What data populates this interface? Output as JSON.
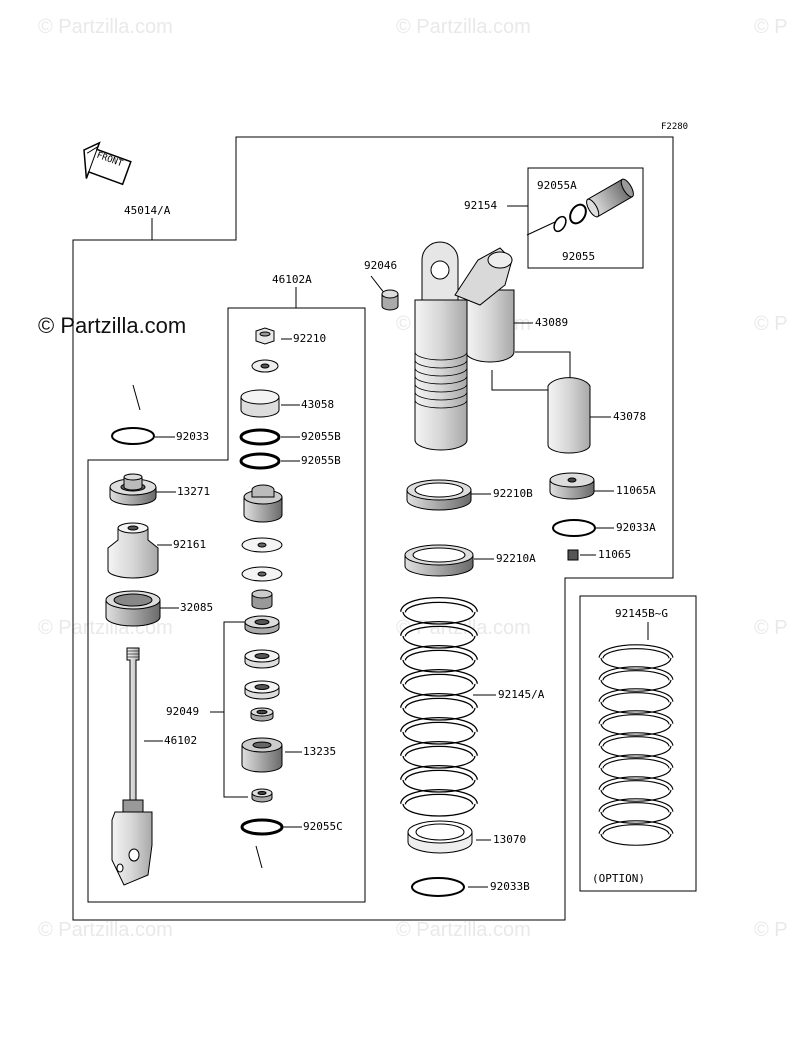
{
  "watermarks": {
    "main": "© Partzilla.com",
    "faint": "© Partzilla.com",
    "faint_edge": "© P"
  },
  "diagram": {
    "code": "F2280",
    "front_label": "FRONT",
    "option_label": "(OPTION)",
    "part_numbers": {
      "p45014A": "45014/A",
      "p46102A": "46102A",
      "p92210": "92210",
      "p43058": "43058",
      "p92055B_1": "92055B",
      "p92055B_2": "92055B",
      "p92033": "92033",
      "p13271": "13271",
      "p92161": "92161",
      "p32085": "32085",
      "p92049": "92049",
      "p46102": "46102",
      "p13235": "13235",
      "p92055C": "92055C",
      "p92055A": "92055A",
      "p92154": "92154",
      "p92055": "92055",
      "p92046": "92046",
      "p43089": "43089",
      "p43078": "43078",
      "p92210B": "92210B",
      "p11065A": "11065A",
      "p92033A": "92033A",
      "p11065": "11065",
      "p92210A": "92210A",
      "p92145A": "92145/A",
      "p92145BG": "92145B~G",
      "p13070": "13070",
      "p92033B": "92033B"
    }
  }
}
